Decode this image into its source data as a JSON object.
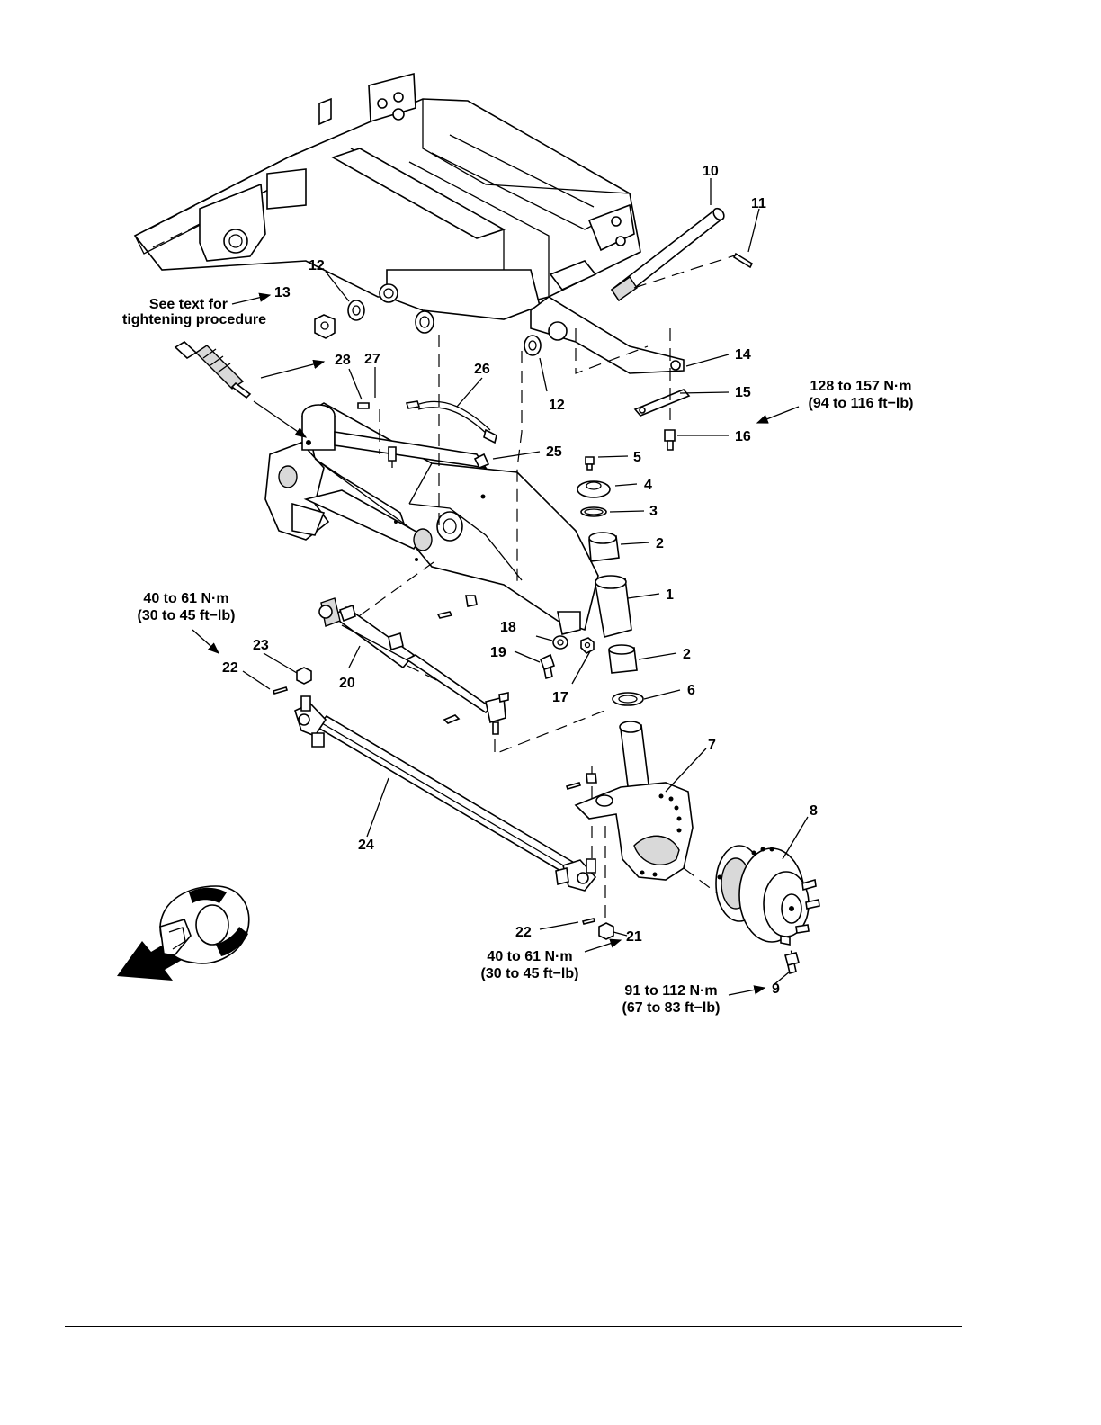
{
  "callouts": [
    {
      "id": "1",
      "text": "1"
    },
    {
      "id": "2a",
      "text": "2"
    },
    {
      "id": "2b",
      "text": "2"
    },
    {
      "id": "3",
      "text": "3"
    },
    {
      "id": "4",
      "text": "4"
    },
    {
      "id": "5",
      "text": "5"
    },
    {
      "id": "6",
      "text": "6"
    },
    {
      "id": "7",
      "text": "7"
    },
    {
      "id": "8",
      "text": "8"
    },
    {
      "id": "9",
      "text": "9"
    },
    {
      "id": "10",
      "text": "10"
    },
    {
      "id": "11",
      "text": "11"
    },
    {
      "id": "12a",
      "text": "12"
    },
    {
      "id": "12b",
      "text": "12"
    },
    {
      "id": "13",
      "text": "13"
    },
    {
      "id": "14",
      "text": "14"
    },
    {
      "id": "15",
      "text": "15"
    },
    {
      "id": "16",
      "text": "16"
    },
    {
      "id": "17",
      "text": "17"
    },
    {
      "id": "18",
      "text": "18"
    },
    {
      "id": "19",
      "text": "19"
    },
    {
      "id": "20",
      "text": "20"
    },
    {
      "id": "21",
      "text": "21"
    },
    {
      "id": "22a",
      "text": "22"
    },
    {
      "id": "22b",
      "text": "22"
    },
    {
      "id": "23",
      "text": "23"
    },
    {
      "id": "24",
      "text": "24"
    },
    {
      "id": "25",
      "text": "25"
    },
    {
      "id": "26",
      "text": "26"
    },
    {
      "id": "27",
      "text": "27"
    },
    {
      "id": "28",
      "text": "28"
    }
  ],
  "notes": {
    "tightening": {
      "line1": "See text for",
      "line2": "tightening procedure"
    },
    "torque_16": {
      "line1": "128 to 157 N·m",
      "line2": "(94 to 116 ft−lb)"
    },
    "torque_22_left": {
      "line1": "40 to 61 N·m",
      "line2": "(30 to 45 ft−lb)"
    },
    "torque_21": {
      "line1": "40 to 61 N·m",
      "line2": "(30 to 45 ft−lb)"
    },
    "torque_9": {
      "line1": "91 to 112 N·m",
      "line2": "(67 to 83 ft−lb)"
    }
  },
  "icons": {
    "grease_gun": "grease-gun-icon",
    "orientation": "machine-front-orientation-icon"
  }
}
